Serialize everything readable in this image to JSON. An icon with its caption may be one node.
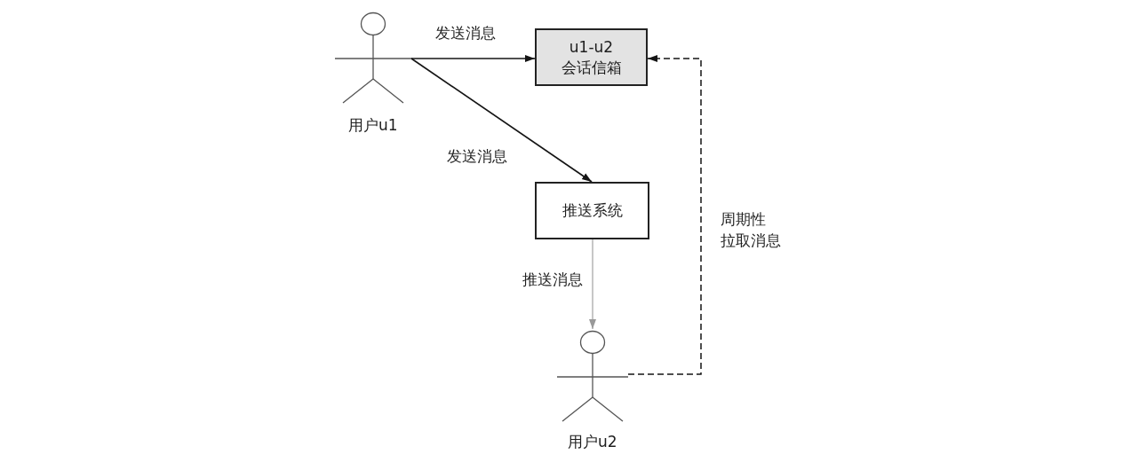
{
  "diagram": {
    "nodes": [
      {
        "text": [
          "用户u1"
        ]
      },
      {
        "text": [
          "u1-u2 会话信箱"
        ]
      },
      {
        "text": [
          "推送系统"
        ]
      },
      {
        "text": [
          "用户u2"
        ]
      }
    ],
    "edges": [
      {
        "from": 0,
        "to": 1,
        "arrow": "to",
        "label": "发送消息"
      },
      {
        "from": 0,
        "to": 2,
        "arrow": "to",
        "label": "发送消息"
      },
      {
        "from": 2,
        "to": 3,
        "arrow": "to",
        "label": "推送消息",
        "color": "#999999"
      },
      {
        "from": 3,
        "to": 1,
        "arrow": "to",
        "label": "周期性拉取消息",
        "style": "dashed"
      }
    ]
  }
}
